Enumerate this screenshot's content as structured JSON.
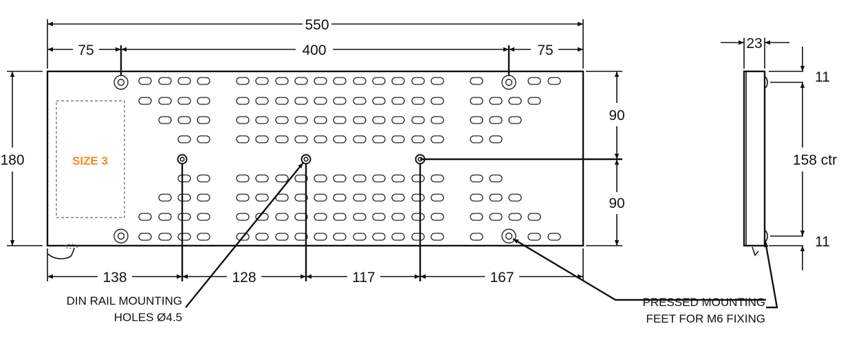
{
  "front_view": {
    "overall_width": "550",
    "left_offset": "75",
    "hole_spacing": "400",
    "right_offset": "75",
    "height": "180",
    "upper_half": "90",
    "lower_half": "90",
    "din_dims": [
      "138",
      "128",
      "117",
      "167"
    ],
    "size_label": "SIZE 3",
    "size_label_color": "#f08a24"
  },
  "side_view": {
    "depth": "23",
    "top_offset": "11",
    "centres": "158 ctr",
    "bottom_offset": "11"
  },
  "notes": {
    "din_line1": "DIN RAIL MOUNTING",
    "din_line2": "HOLES Ø4.5",
    "feet_line1": "PRESSED MOUNTING",
    "feet_line2": "FEET FOR M6 FIXING"
  }
}
